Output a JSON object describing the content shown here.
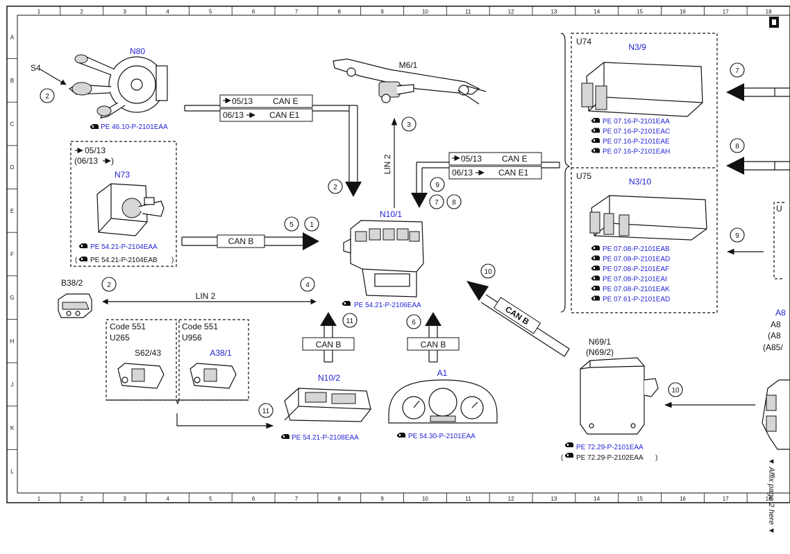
{
  "grid": {
    "columns": [
      "1",
      "2",
      "3",
      "4",
      "5",
      "6",
      "7",
      "8",
      "9",
      "10",
      "11",
      "12",
      "13",
      "14",
      "15",
      "16",
      "17",
      "18"
    ],
    "rows": [
      "A",
      "B",
      "C",
      "D",
      "E",
      "F",
      "G",
      "H",
      "J",
      "K",
      "L"
    ]
  },
  "components": {
    "n80": {
      "label": "N80",
      "ref": "PE 46.10-P-2101EAA"
    },
    "s4": {
      "label": "S4"
    },
    "n73": {
      "label": "N73",
      "ref1": "PE 54.21-P-2104EAA",
      "ref2": "PE 54.21-P-2104EAB",
      "ver1": "05/13",
      "ver2": "(06/13",
      "ver2_close": ")"
    },
    "m61": {
      "label": "M6/1"
    },
    "n101": {
      "label": "N10/1",
      "ref": "PE 54.21-P-2106EAA"
    },
    "b382": {
      "label": "B38/2"
    },
    "code1": {
      "line1": "Code 551",
      "line2": "U265",
      "part": "S62/43"
    },
    "code2": {
      "line1": "Code 551",
      "line2": "U956",
      "part": "A38/1"
    },
    "n102": {
      "label": "N10/2",
      "ref": "PE 54.21-P-2108EAA"
    },
    "a1": {
      "label": "A1",
      "ref": "PE 54.30-P-2101EAA"
    },
    "n691": {
      "label": "N69/1",
      "alt": "(N69/2)",
      "ref1": "PE 72.29-P-2101EAA",
      "ref2": "PE 72.29-P-2102EAA"
    },
    "u74": {
      "code": "U74",
      "label": "N3/9",
      "refs": [
        "PE 07.16-P-2101EAA",
        "PE 07.16-P-2101EAC",
        "PE 07.16-P-2101EAE",
        "PE 07.16-P-2101EAH"
      ]
    },
    "u75": {
      "code": "U75",
      "label": "N3/10",
      "refs": [
        "PE 07.08-P-2101EAB",
        "PE 07.08-P-2101EAD",
        "PE 07.08-P-2101EAF",
        "PE 07.08-P-2101EAI",
        "PE 07.08-P-2101EAK",
        "PE 07.61-P-2101EAD"
      ]
    },
    "right_partial": {
      "l1": "A8",
      "l2": "A8",
      "l3": "(A8",
      "l4": "(A85/",
      "u": "U"
    }
  },
  "buses": {
    "can_e_1": {
      "ver": "05/13",
      "name": "CAN E"
    },
    "can_e1_1": {
      "ver": "06/13",
      "name": "CAN E1"
    },
    "can_e_2": {
      "ver": "05/13",
      "name": "CAN E"
    },
    "can_e1_2": {
      "ver": "06/13",
      "name": "CAN E1"
    },
    "can_b_main": "CAN B",
    "can_b_n102": "CAN B",
    "can_b_a1": "CAN B",
    "can_b_n691": "CAN B",
    "lin2_b38": "LIN 2",
    "lin2_m61": "LIN 2"
  },
  "circles": [
    "1",
    "2",
    "3",
    "4",
    "5",
    "6",
    "7",
    "8",
    "9",
    "10",
    "11"
  ],
  "side_note": "Affix page 2 here"
}
